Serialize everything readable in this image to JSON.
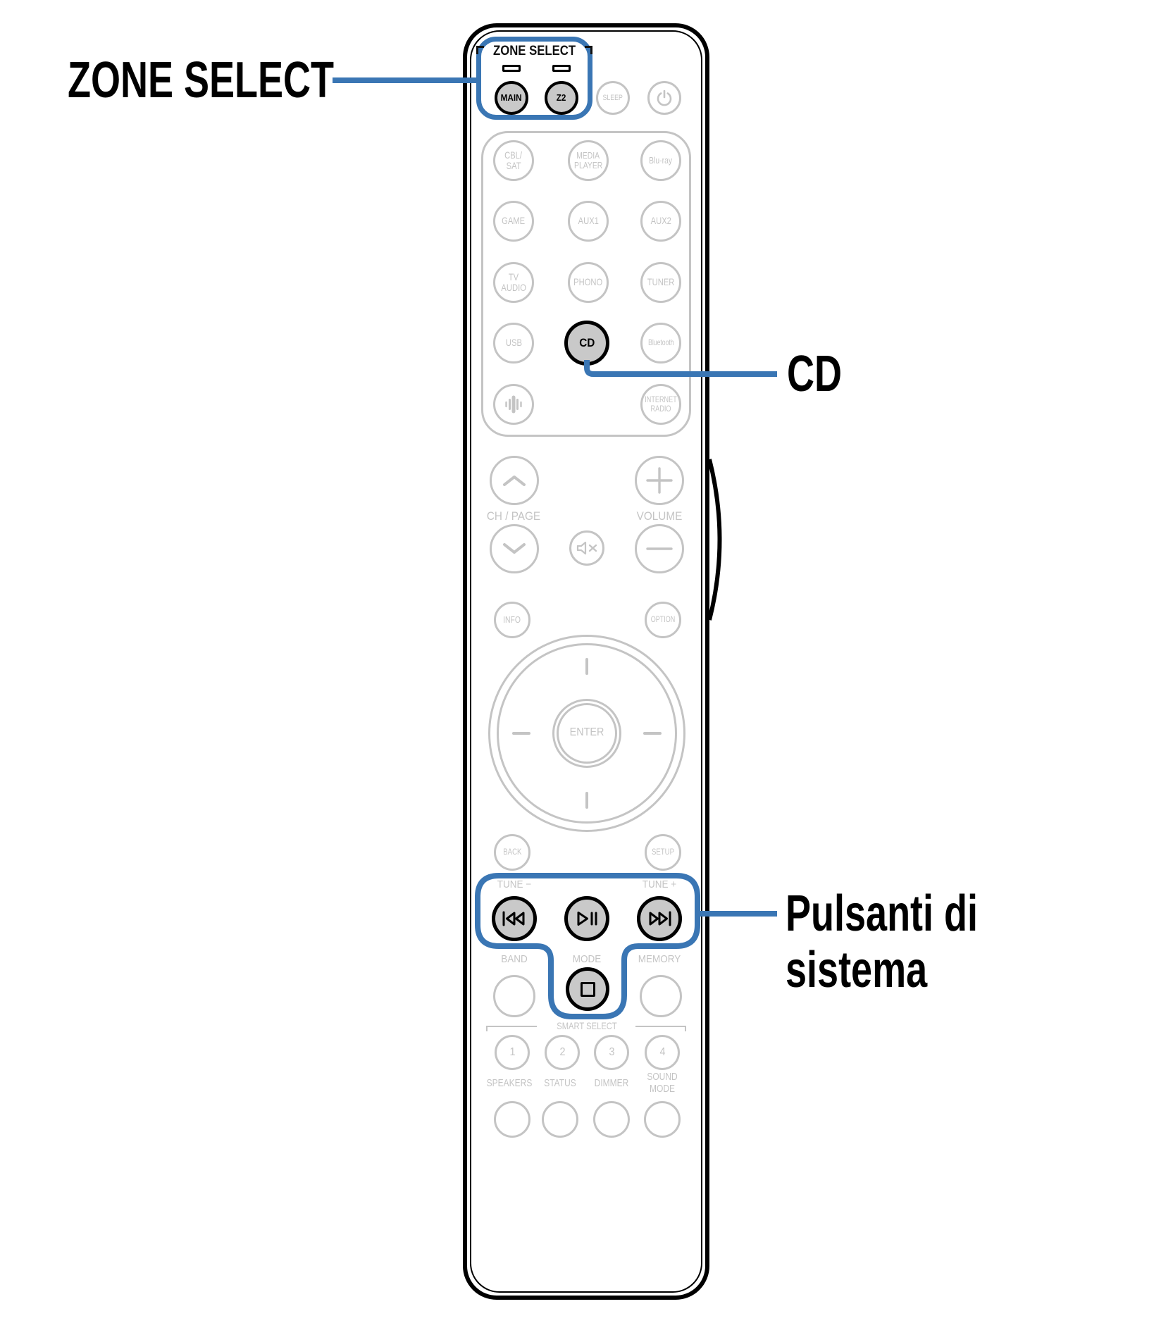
{
  "colors": {
    "accent_blue": "#3A76B4",
    "outline_gray": "#C4C4C4",
    "button_fill_gray": "#C9C9C9",
    "ink": "#000000"
  },
  "callouts": {
    "zone_select": "ZONE SELECT",
    "cd": "CD",
    "system_line1": "Pulsanti di",
    "system_line2": "sistema"
  },
  "icons": {
    "power": "power-icon",
    "audio_wave": "audio-wave-icon",
    "chevron_up": "chevron-up-icon",
    "chevron_down": "chevron-down-icon",
    "volume_plus": "plus-icon",
    "volume_minus": "minus-icon",
    "mute": "mute-icon",
    "skip_back": "skip-back-icon",
    "play_pause": "play-pause-icon",
    "skip_forward": "skip-forward-icon",
    "stop": "stop-icon"
  },
  "remote": {
    "zone_select": {
      "header": "ZONE SELECT",
      "main": "MAIN",
      "z2": "Z2"
    },
    "power_row": {
      "sleep": "SLEEP"
    },
    "sources": {
      "cbl_sat_l1": "CBL/",
      "cbl_sat_l2": "SAT",
      "media_l1": "MEDIA",
      "media_l2": "PLAYER",
      "bluray": "Blu-ray",
      "game": "GAME",
      "aux1": "AUX1",
      "aux2": "AUX2",
      "tv_l1": "TV",
      "tv_l2": "AUDIO",
      "phono": "PHONO",
      "tuner": "TUNER",
      "usb": "USB",
      "cd": "CD",
      "bluetooth": "Bluetooth",
      "inet_l1": "INTERNET",
      "inet_l2": "RADIO"
    },
    "mid": {
      "ch_page": "CH / PAGE",
      "volume": "VOLUME",
      "info": "INFO",
      "option": "OPTION",
      "enter": "ENTER",
      "back": "BACK",
      "setup": "SETUP"
    },
    "transport": {
      "tune_minus": "TUNE −",
      "tune_plus": "TUNE +",
      "band": "BAND",
      "mode": "MODE",
      "memory": "MEMORY"
    },
    "smart_select": {
      "header": "SMART SELECT",
      "n1": "1",
      "n2": "2",
      "n3": "3",
      "n4": "4"
    },
    "bottom": {
      "speakers": "SPEAKERS",
      "status": "STATUS",
      "dimmer": "DIMMER",
      "sound_l1": "SOUND",
      "sound_l2": "MODE"
    }
  }
}
